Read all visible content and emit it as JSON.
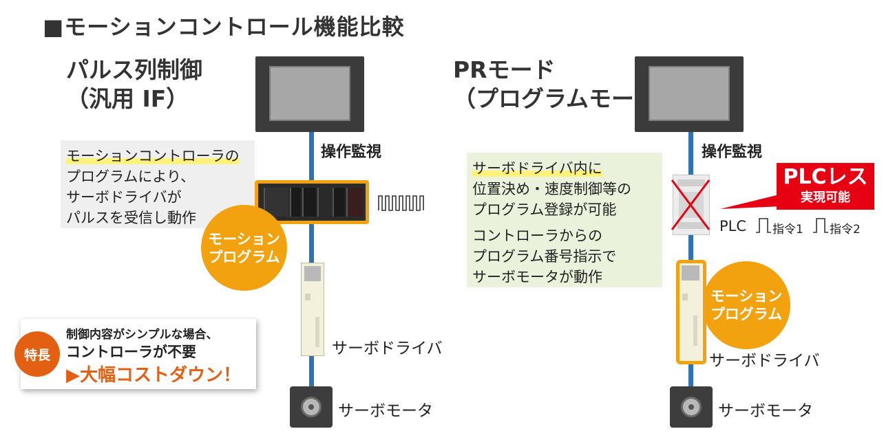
{
  "title": "■モーションコントロール機能比較",
  "left": {
    "heading_line1": "パルス列制御",
    "heading_line2": "（汎用 IF）",
    "monitor_label": "操作監視",
    "note_line1": "モーションコントローラの",
    "note_line2": "プログラムにより、",
    "note_line3": "サーボドライバが",
    "note_line4": "パルスを受信し動作",
    "circle_line1": "モーション",
    "circle_line2": "プログラム",
    "driver_label": "サーボドライバ",
    "motor_label": "サーボモータ",
    "feature": {
      "badge": "特長",
      "line1": "制御内容がシンプルな場合、",
      "line2": "コントローラが不要",
      "line3": "▶大幅コストダウン！"
    }
  },
  "right": {
    "heading_line1": "PRモード",
    "heading_line2": "（プログラムモード）",
    "monitor_label": "操作監視",
    "note1_line1": "サーボドライバ内に",
    "note1_line2": "位置決め・速度制御等の",
    "note1_line3": "プログラム登録が可能",
    "note2_line1": "コントローラからの",
    "note2_line2": "プログラム番号指示で",
    "note2_line3": "サーボモータが動作",
    "plcless_line1": "PLCレス",
    "plcless_line2": "実現可能",
    "plc_label": "PLC",
    "cmd1": "指令1",
    "cmd2": "指令2",
    "circle_line1": "モーション",
    "circle_line2": "プログラム",
    "driver_label": "サーボドライバ",
    "motor_label": "サーボモータ"
  },
  "colors": {
    "accent_orange": "#f2a20e",
    "cable_blue": "#2f73b6",
    "badge_orange": "#e36012",
    "plcless_red": "#e60012",
    "highlight_yellow": "#fff27a"
  }
}
